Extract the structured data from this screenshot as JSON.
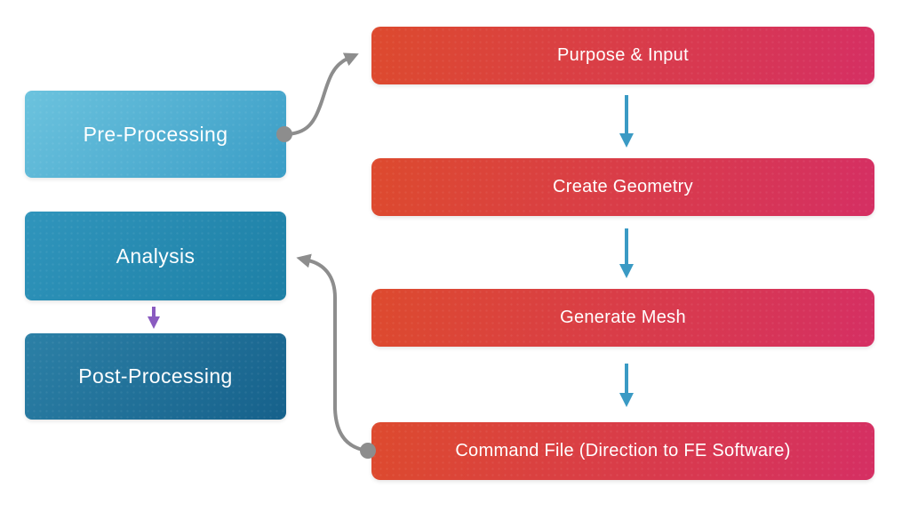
{
  "diagram": {
    "stages": [
      {
        "label": "Pre-Processing"
      },
      {
        "label": "Analysis"
      },
      {
        "label": "Post-Processing"
      }
    ],
    "steps": [
      {
        "label": "Purpose & Input"
      },
      {
        "label": "Create Geometry"
      },
      {
        "label": "Generate Mesh"
      },
      {
        "label": "Command File (Direction to FE Software)"
      }
    ],
    "colors": {
      "stage_pre_gradient_start": "#6cc3de",
      "stage_pre_gradient_end": "#3a9dc6",
      "stage_analysis_gradient_start": "#3095bc",
      "stage_analysis_gradient_end": "#1d7fa5",
      "stage_post_gradient_start": "#2c80a6",
      "stage_post_gradient_end": "#16618b",
      "step_gradient_start": "#dd4a2e",
      "step_gradient_end": "#d52f63",
      "flow_arrow_blue": "#3a9ac4",
      "stage_arrow_purple": "#8a5bc0",
      "connector_gray": "#8d8d8d",
      "text": "#ffffff",
      "background": "#ffffff"
    }
  }
}
